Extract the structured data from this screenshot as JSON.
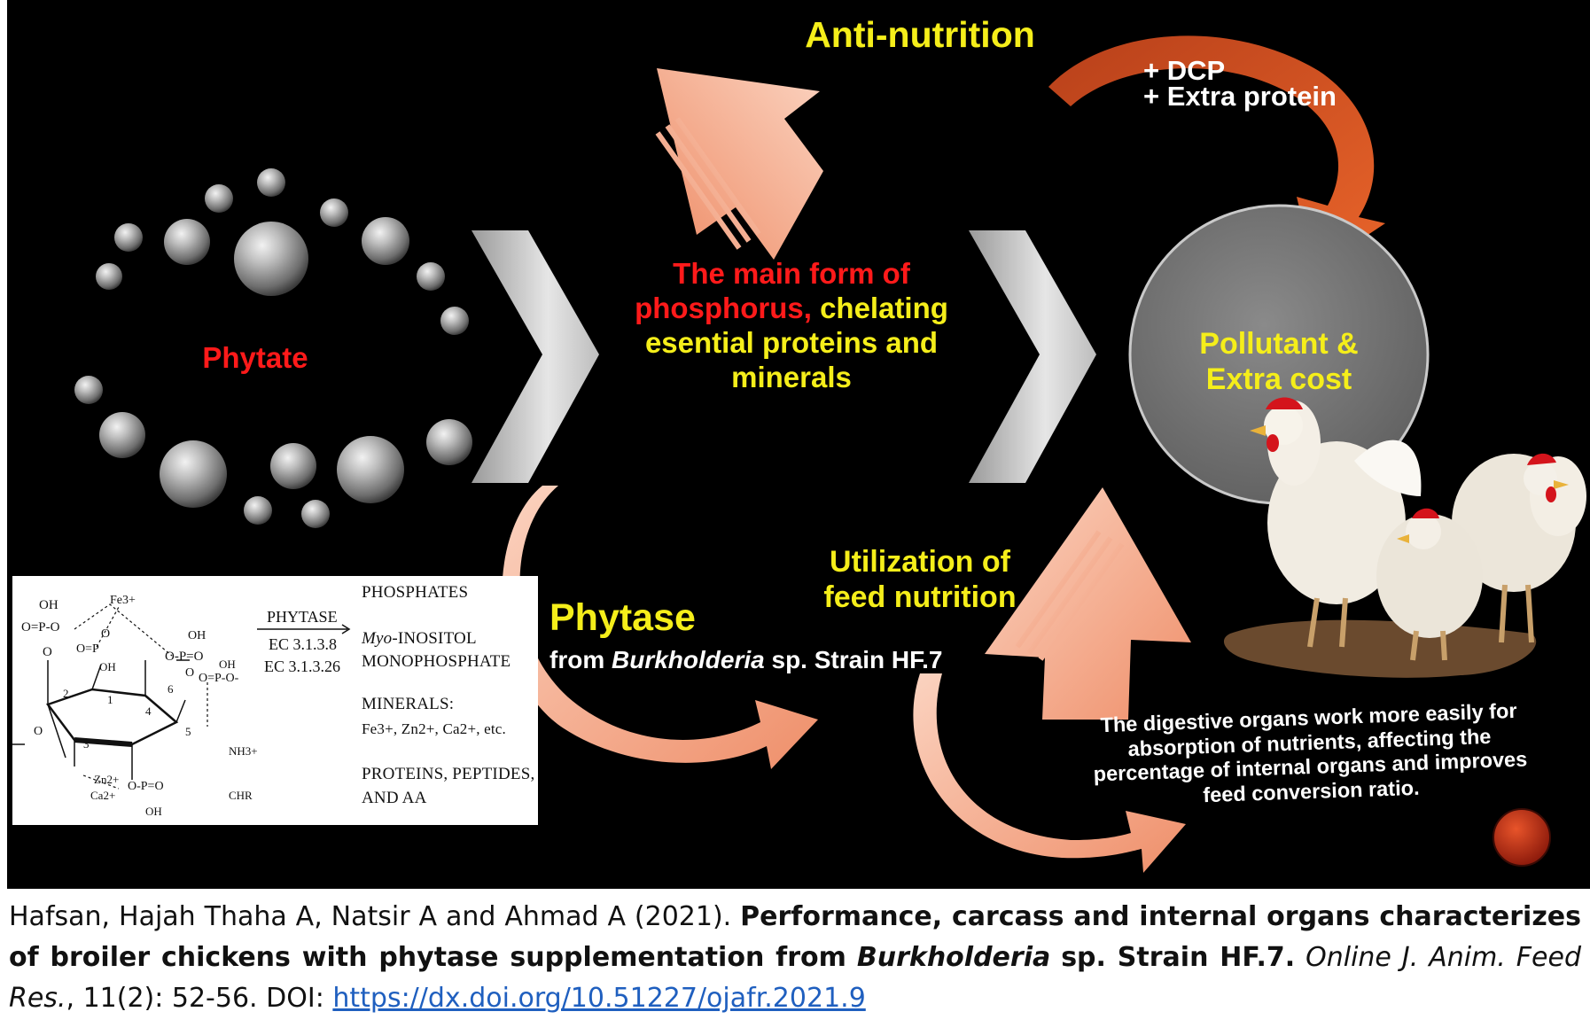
{
  "labels": {
    "anti_nutrition": "Anti-nutrition",
    "dcp": "+ DCP",
    "extra_protein": "+ Extra protein",
    "phytate": "Phytate",
    "main_form_red": "The main form of phosphorus,",
    "main_form_rest": "chelating esential proteins and minerals",
    "pollutant": "Pollutant & Extra cost",
    "phytase": "Phytase",
    "from_prefix": "from",
    "from_species": "Burkholderia",
    "from_suffix": "sp. Strain HF.7",
    "utilization": "Utilization of feed nutrition",
    "digestive": "The digestive organs work more easily for absorption of nutrients, affecting the percentage of internal organs and improves feed conversion ratio."
  },
  "reaction": {
    "enzyme": "PHYTASE",
    "ec1": "EC 3.1.3.8",
    "ec2": "EC 3.1.3.26",
    "products": {
      "phosphates": "PHOSPHATES",
      "myo_italic": "Myo",
      "myo_rest": "-INOSITOL",
      "monophosphate": "MONOPHOSPHATE",
      "minerals": "MINERALS:",
      "minerals_list": "Fe3+, Zn2+, Ca2+, etc.",
      "proteins": "PROTEINS, PEPTIDES,",
      "and_aa": "AND AA"
    },
    "structure_labels": [
      "OH",
      "O=P-O",
      "O",
      "Fe3+",
      "O",
      "O=P",
      "OH",
      "OH",
      "O-P=O",
      "O",
      "1",
      "2",
      "3",
      "4",
      "5",
      "6",
      "OH",
      "O=P-O-",
      "O",
      "NH3+",
      "CHR",
      "Zn2+",
      "Ca2+",
      "O-P=O",
      "OH"
    ]
  },
  "citation": {
    "authors": "Hafsan, Hajah Thaha A, Natsir A and Ahmad A (2021).",
    "title_part1": "Performance, carcass and internal organs characterizes of broiler chickens with phytase supplementation from",
    "title_species": "Burkholderia",
    "title_part2": "sp. Strain HF.7.",
    "journal": "Online J. Anim. Feed Res.",
    "volume_pages": "11(2): 52-56.",
    "doi_label": "DOI:",
    "doi_url": "https://dx.doi.org/10.51227/ojafr.2021.9"
  },
  "colors": {
    "background": "#000000",
    "yellow_text": "#f5ee1a",
    "red_text": "#ff1a1a",
    "salmon_arrow": "#f4a585",
    "orange_arrow": "#d9501e",
    "grey_circle": "#7a7a7a",
    "chevron": "#d8d8d8"
  }
}
